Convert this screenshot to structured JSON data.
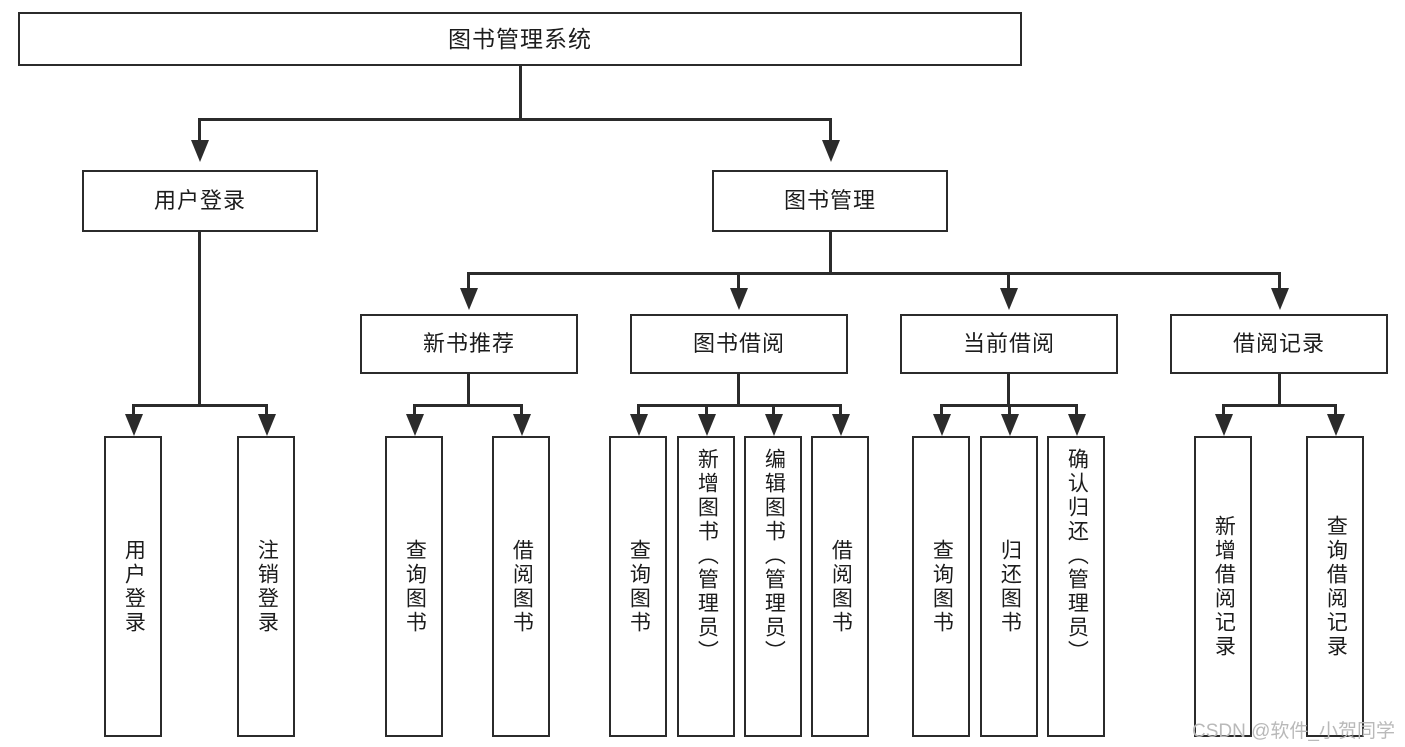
{
  "diagram": {
    "type": "tree-hierarchy-function-chart",
    "root": {
      "label": "图书管理系统"
    },
    "level2": [
      {
        "label": "用户登录"
      },
      {
        "label": "图书管理"
      }
    ],
    "level3": [
      {
        "label": "新书推荐"
      },
      {
        "label": "图书借阅"
      },
      {
        "label": "当前借阅"
      },
      {
        "label": "借阅记录"
      }
    ],
    "leaves": {
      "user_login": [
        {
          "label": "用户登录"
        },
        {
          "label": "注销登录"
        }
      ],
      "new_book_recommend": [
        {
          "label": "查询图书"
        },
        {
          "label": "借阅图书"
        }
      ],
      "book_borrow": [
        {
          "label": "查询图书"
        },
        {
          "label": "新增图书（管理员）"
        },
        {
          "label": "编辑图书（管理员）"
        },
        {
          "label": "借阅图书"
        }
      ],
      "current_borrow": [
        {
          "label": "查询图书"
        },
        {
          "label": "归还图书"
        },
        {
          "label": "确认归还（管理员）"
        }
      ],
      "borrow_record": [
        {
          "label": "新增借阅记录"
        },
        {
          "label": "查询借阅记录"
        }
      ]
    }
  },
  "watermark": {
    "text": "CSDN @软件_小贺同学"
  },
  "colors": {
    "stroke": "#2b2b2b",
    "fill": "#ffffff",
    "text": "#1c1c1c",
    "watermark": "#b9b9b9"
  }
}
